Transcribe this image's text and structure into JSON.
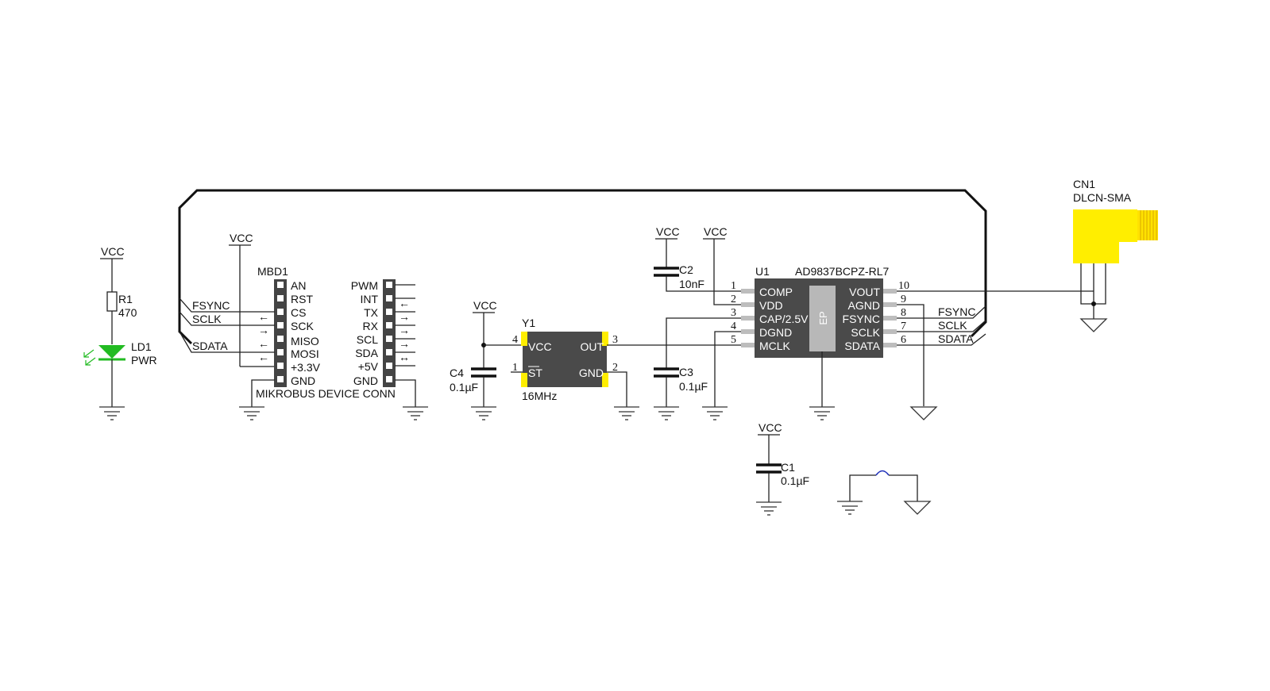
{
  "colors": {
    "wire": "#222222",
    "chip": "#4a4a4a",
    "pin_pad": "#bdbdbd",
    "ep_pad": "#b8b8b8",
    "led": "#22bb22",
    "crystal_pad": "#ffee00",
    "sma": "#ffee00",
    "arrow": "#e8323c",
    "bridge": "#2233bb"
  },
  "power": {
    "vcc": "VCC"
  },
  "led": {
    "r1_ref": "R1",
    "r1_val": "470",
    "ld1_ref": "LD1",
    "ld1_val": "PWR"
  },
  "mikrobus": {
    "ref": "MBD1",
    "name": "MIKROBUS DEVICE CONN",
    "left_pins": [
      "AN",
      "RST",
      "CS",
      "SCK",
      "MISO",
      "MOSI",
      "+3.3V",
      "GND"
    ],
    "right_pins": [
      "PWM",
      "INT",
      "TX",
      "RX",
      "SCL",
      "SDA",
      "+5V",
      "GND"
    ],
    "left_arrows": [
      "",
      "",
      "←",
      "→",
      "←",
      "←",
      "",
      ""
    ],
    "right_arrows": [
      "",
      "←",
      "→",
      "→",
      "→",
      "↔",
      "",
      ""
    ],
    "nets": {
      "fsync": "FSYNC",
      "sclk": "SCLK",
      "sdata": "SDATA"
    }
  },
  "crystal": {
    "ref": "Y1",
    "value": "16MHz",
    "pins": {
      "vcc": "VCC",
      "out": "OUT",
      "st": "ST",
      "gnd": "GND"
    },
    "pin_numbers": {
      "vcc": "4",
      "out": "3",
      "st": "1",
      "gnd": "2"
    }
  },
  "caps": {
    "c1": {
      "ref": "C1",
      "value": "0.1µF"
    },
    "c2": {
      "ref": "C2",
      "value": "10nF"
    },
    "c3": {
      "ref": "C3",
      "value": "0.1µF"
    },
    "c4": {
      "ref": "C4",
      "value": "0.1µF"
    }
  },
  "chip": {
    "ref": "U1",
    "part": "AD9837BCPZ-RL7",
    "ep": "EP",
    "left_pins": [
      "COMP",
      "VDD",
      "CAP/2.5V",
      "DGND",
      "MCLK"
    ],
    "left_nums": [
      "1",
      "2",
      "3",
      "4",
      "5"
    ],
    "right_pins": [
      "VOUT",
      "AGND",
      "FSYNC",
      "SCLK",
      "SDATA"
    ],
    "right_nums": [
      "10",
      "9",
      "8",
      "7",
      "6"
    ],
    "nets": {
      "fsync": "FSYNC",
      "sclk": "SCLK",
      "sdata": "SDATA"
    }
  },
  "connector": {
    "ref": "CN1",
    "value": "DLCN-SMA"
  }
}
